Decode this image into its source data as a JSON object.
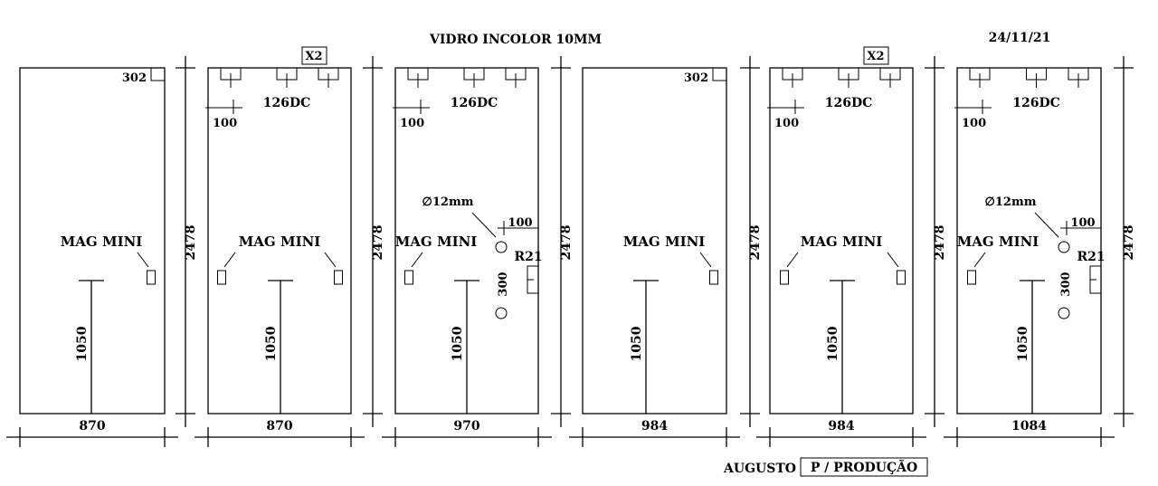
{
  "header": {
    "title": "VIDRO INCOLOR 10MM",
    "date": "24/11/21"
  },
  "footer": {
    "name": "AUGUSTO",
    "stamp": "P / PRODUÇÃO"
  },
  "panels": [
    {
      "width_label": "870",
      "height_label": "2478",
      "handle_height_label": "1050",
      "magnet_label": "MAG MINI",
      "corner_notch_label": "302",
      "multiplier": "",
      "hinge_label": "",
      "hinge_offset_label": "",
      "hole_label": "",
      "hole_offset_label": "",
      "hole_spacing_label": "",
      "lock_label": ""
    },
    {
      "width_label": "870",
      "height_label": "2478",
      "handle_height_label": "1050",
      "magnet_label": "MAG MINI",
      "corner_notch_label": "",
      "multiplier": "X2",
      "hinge_label": "126DC",
      "hinge_offset_label": "100",
      "hole_label": "",
      "hole_offset_label": "",
      "hole_spacing_label": "",
      "lock_label": ""
    },
    {
      "width_label": "970",
      "height_label": "2478",
      "handle_height_label": "1050",
      "magnet_label": "MAG MINI",
      "corner_notch_label": "",
      "multiplier": "",
      "hinge_label": "126DC",
      "hinge_offset_label": "100",
      "hole_label": "∅12mm",
      "hole_offset_label": "100",
      "hole_spacing_label": "300",
      "lock_label": "R21"
    },
    {
      "width_label": "984",
      "height_label": "2478",
      "handle_height_label": "1050",
      "magnet_label": "MAG MINI",
      "corner_notch_label": "302",
      "multiplier": "",
      "hinge_label": "",
      "hinge_offset_label": "",
      "hole_label": "",
      "hole_offset_label": "",
      "hole_spacing_label": "",
      "lock_label": ""
    },
    {
      "width_label": "984",
      "height_label": "2478",
      "handle_height_label": "1050",
      "magnet_label": "MAG MINI",
      "corner_notch_label": "",
      "multiplier": "X2",
      "hinge_label": "126DC",
      "hinge_offset_label": "100",
      "hole_label": "",
      "hole_offset_label": "",
      "hole_spacing_label": "",
      "lock_label": ""
    },
    {
      "width_label": "1084",
      "height_label": "2478",
      "handle_height_label": "1050",
      "magnet_label": "MAG MINI",
      "corner_notch_label": "",
      "multiplier": "",
      "hinge_label": "126DC",
      "hinge_offset_label": "100",
      "hole_label": "∅12mm",
      "hole_offset_label": "100",
      "hole_spacing_label": "300",
      "lock_label": "R21"
    }
  ]
}
